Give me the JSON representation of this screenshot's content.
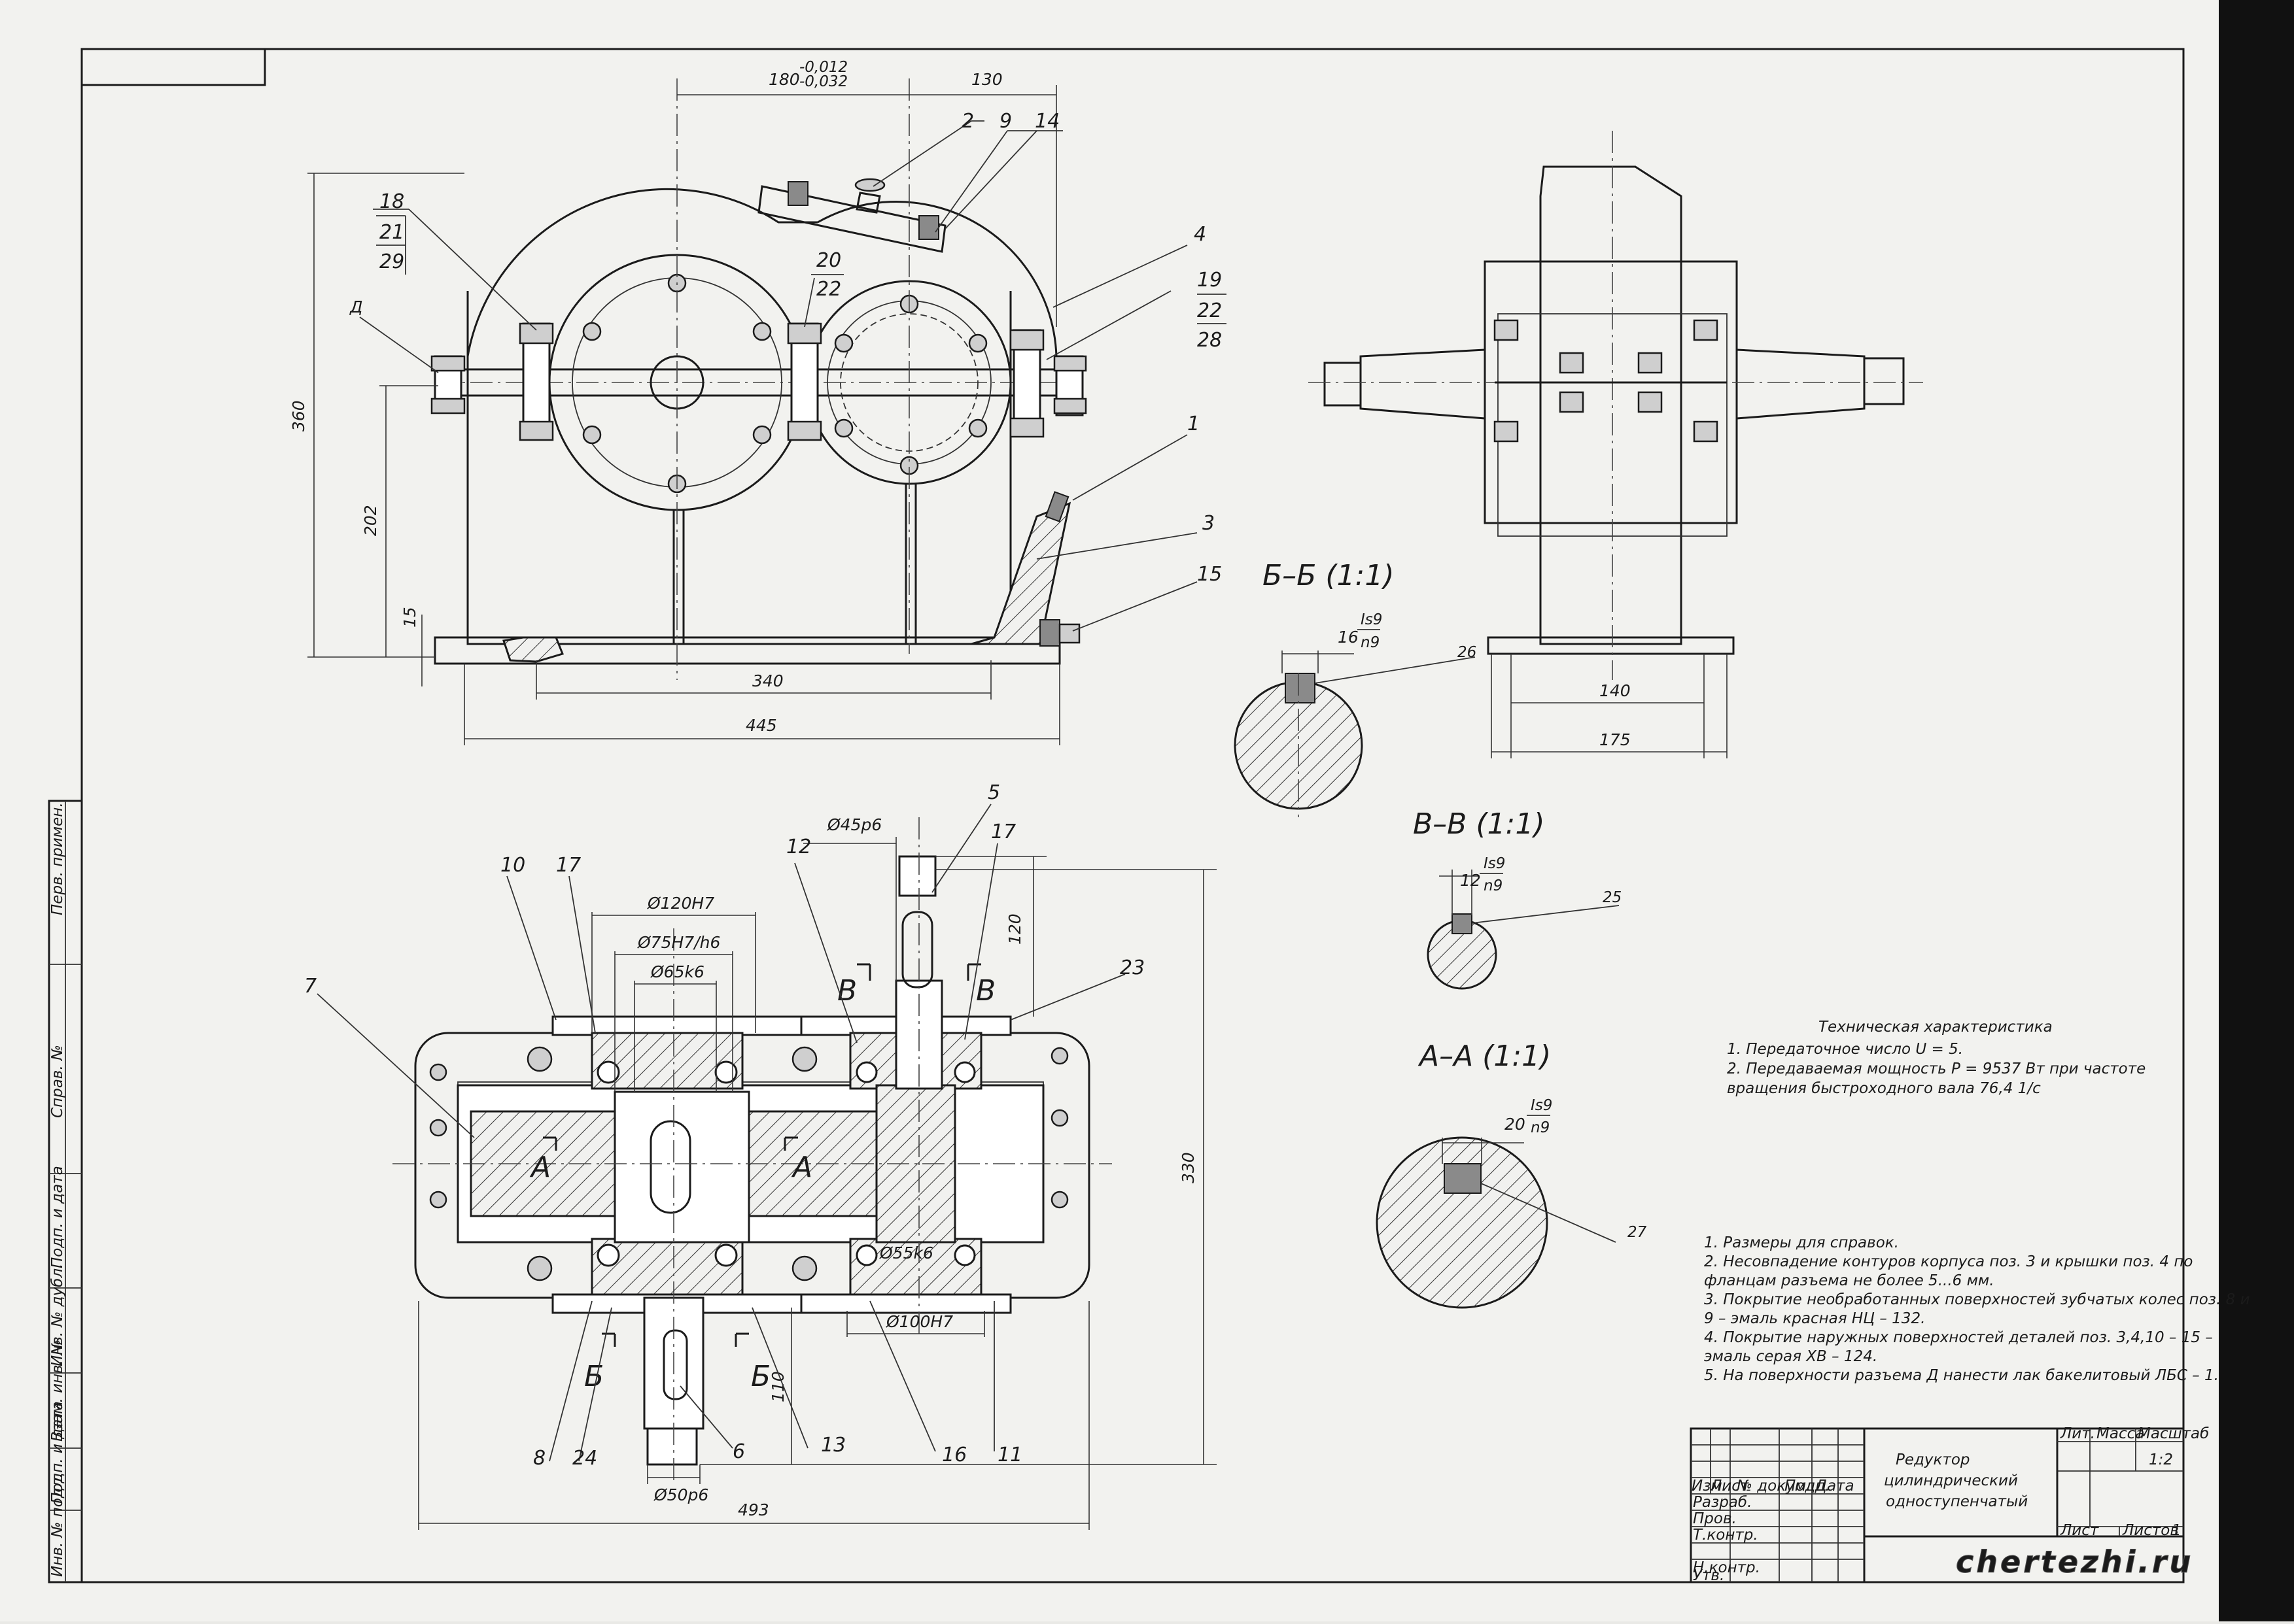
{
  "drawing": {
    "title_lines": [
      "Редуктор",
      "цилиндрический",
      "одноступенчатый"
    ],
    "sheet_count": "1",
    "scale": "1:2",
    "watermark": "chertezhi.ru",
    "title_block_headers": {
      "izm": "Изм.",
      "list": "Лист",
      "n_dokum": "№ докум.",
      "podp": "Подп.",
      "data": "Дата",
      "razrab": "Разраб.",
      "prov": "Пров.",
      "t_kontr": "Т.контр.",
      "n_kontr": "Н.контр.",
      "utv": "Утв.",
      "lit": "Лит.",
      "massa": "Масса",
      "masshtab": "Масштаб",
      "listov": "Листов"
    },
    "side_stamp": [
      "Перв. примен.",
      "Справ. №",
      "Подп. и дата",
      "Инв. № дубл.",
      "Взам. инв. №",
      "Подп. и дата",
      "Инв. № подл."
    ]
  },
  "tech": {
    "title": "Техническая характеристика",
    "lines": [
      "1. Передаточное число U = 5.",
      "2. Передаваемая мощность P = 9537 Вт при частоте",
      "вращения быстроходного вала 76,4 1/с"
    ]
  },
  "notes": [
    "1. Размеры для справок.",
    "2. Несовпадение контуров корпуса поз. 3 и крышки поз. 4 по",
    "фланцам разъема не более 5...6 мм.",
    "3. Покрытие необработанных поверхностей зубчатых колес поз. 8 и",
    "9 – эмаль красная НЦ – 132.",
    "4. Покрытие наружных поверхностей деталей поз. 3,4,10 – 15 –",
    "эмаль серая ХВ – 124.",
    "5. На поверхности разъема Д нанести лак бакелитовый ЛБС – 1."
  ],
  "sections": {
    "bb": "Б–Б (1:1)",
    "vv": "В–В (1:1)",
    "aa": "А–А (1:1)",
    "bb_fit_num": "16",
    "bb_fit_top": "Is9",
    "bb_fit_bot": "n9",
    "bb_pos": "26",
    "vv_fit_num": "12",
    "vv_fit_top": "Is9",
    "vv_fit_bot": "n9",
    "vv_pos": "25",
    "aa_fit_num": "20",
    "aa_fit_top": "Is9",
    "aa_fit_bot": "n9",
    "aa_pos": "27"
  },
  "front_view": {
    "dims": {
      "center_main": "180",
      "center_tol_top": "-0,012",
      "center_tol_bot": "-0,032",
      "right": "130",
      "height": "360",
      "axis_height": "202",
      "base": "15",
      "bolt_span": "340",
      "length": "445",
      "plane_letter": "Д"
    },
    "positions": [
      "2",
      "9",
      "14",
      "18",
      "21",
      "29",
      "20",
      "22",
      "4",
      "19",
      "22",
      "28",
      "1",
      "3",
      "15"
    ]
  },
  "side_view": {
    "dims": {
      "inner": "140",
      "outer": "175"
    }
  },
  "plan_view": {
    "dims": {
      "d120": "Ø120H7",
      "d75": "Ø75H7/h6",
      "d65": "Ø65k6",
      "d45": "Ø45p6",
      "d55": "Ø55k6",
      "d100": "Ø100H7",
      "d50": "Ø50p6",
      "h120": "120",
      "h330": "330",
      "h110": "110",
      "total": "493"
    },
    "positions": [
      "10",
      "17",
      "12",
      "5",
      "17",
      "23",
      "7",
      "8",
      "24",
      "6",
      "13",
      "16",
      "11"
    ],
    "section_letters": {
      "a": "А",
      "b": "Б",
      "v": "В"
    }
  }
}
